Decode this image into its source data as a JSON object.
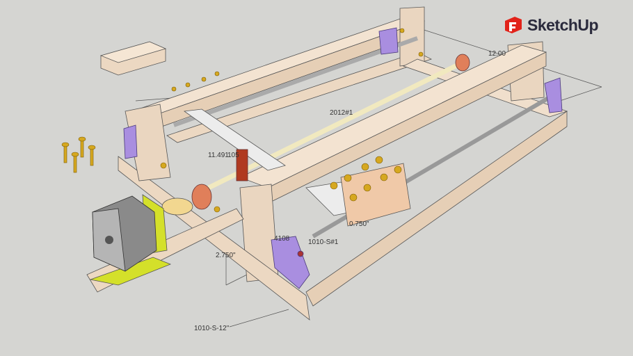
{
  "logo": {
    "text": "SketchUp",
    "color": "#e2231a",
    "text_color": "#2a2a3c"
  },
  "labels": {
    "rod": "2012#1",
    "dim_width": "11.491",
    "dim_partial": "105",
    "dim_bearing": "0.750\"",
    "support": "4108",
    "rail": "1010-S#1",
    "dim_height": "2.750\"",
    "extrusion": "1010-S-12\"",
    "dim_length": "12.00"
  },
  "colors": {
    "background": "#d5d5d2",
    "extrusion": "#ead6c0",
    "shaft_support": "#a98ee0",
    "bearing": "#e07f5a",
    "bolt": "#d6a820",
    "motor_mount": "#d4e02a",
    "motor": "#8a8a8a",
    "rod": "#f1e9bf"
  }
}
